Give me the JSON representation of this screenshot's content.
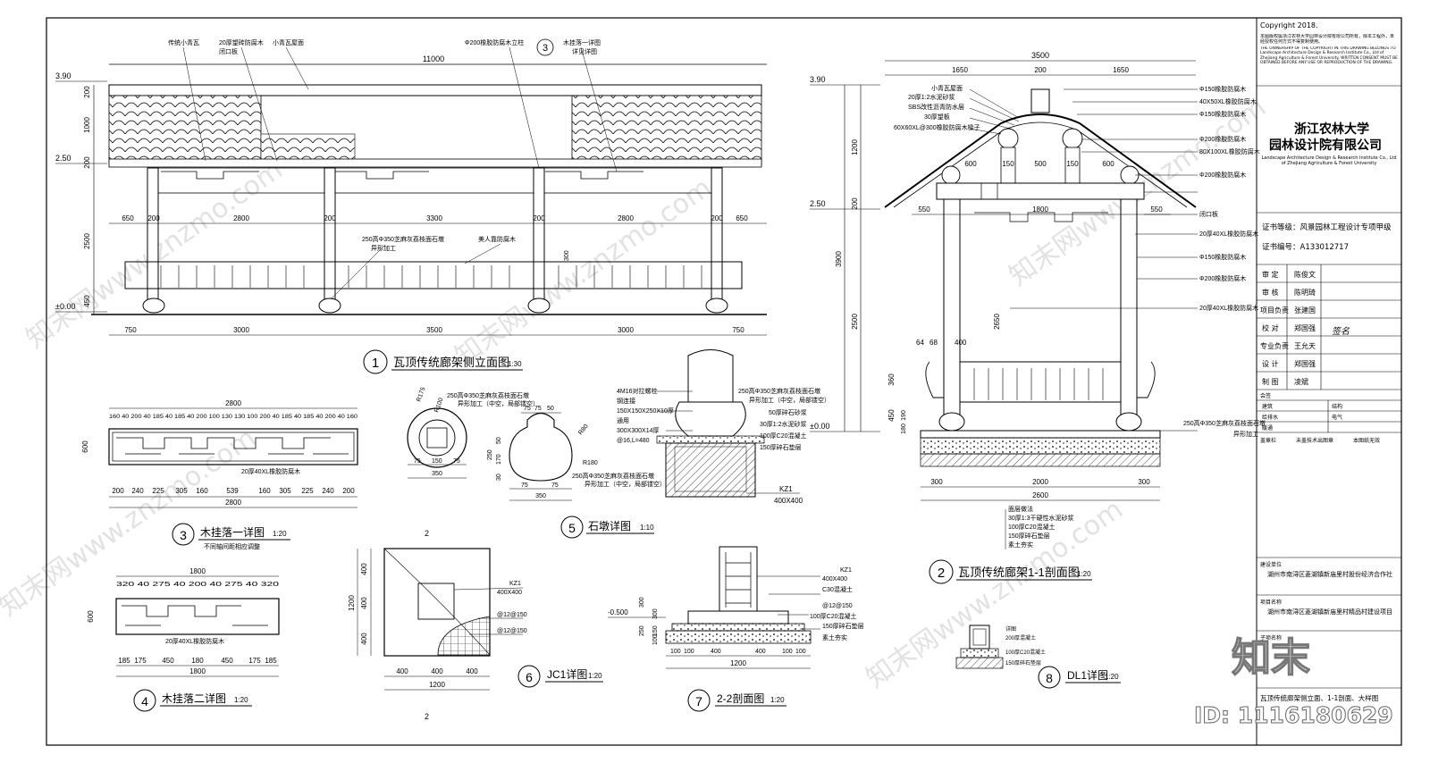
{
  "drawing": {
    "view1": {
      "num": "1",
      "title": "瓦顶传统廊架侧立面图",
      "scale": "1:30"
    },
    "view2": {
      "num": "2",
      "title": "瓦顶传统廊架1-1剖面图",
      "scale": "1:20"
    },
    "view3": {
      "num": "3",
      "title": "木挂落一详图",
      "scale": "1:20",
      "note": "不同轴间距相应调整"
    },
    "view4": {
      "num": "4",
      "title": "木挂落二详图",
      "scale": "1:20"
    },
    "view5": {
      "num": "5",
      "title": "石墩详图",
      "scale": "1:10"
    },
    "view6": {
      "num": "6",
      "title": "JC1详图",
      "scale": "1:20"
    },
    "view7": {
      "num": "7",
      "title": "2-2剖面图",
      "scale": "1:20"
    },
    "view8": {
      "num": "8",
      "title": "DL1详图",
      "scale": "1:20"
    }
  },
  "elev": {
    "top": "11000",
    "levels": [
      "3.90",
      "2.50",
      "±0.00"
    ],
    "vdims": [
      "200",
      "1000",
      "200",
      "2500",
      "450"
    ],
    "mid": [
      "650",
      "200",
      "2800",
      "200",
      "3300",
      "200",
      "2800",
      "200",
      "650"
    ],
    "bottom": [
      "750",
      "3000",
      "3500",
      "3000",
      "750"
    ],
    "labels": [
      "传统小青瓦",
      "20厚望砖防腐木",
      "小青瓦屋面",
      "闭口板",
      "Φ200橡胶防腐木立柱",
      "木挂落一详图",
      "详见详图",
      "250高Φ350芝麻灰荔枝面石墩",
      "异形加工",
      "美人靠防腐木",
      "300"
    ]
  },
  "section": {
    "top": "3500",
    "top_sub": [
      "1650",
      "200",
      "1650"
    ],
    "levels": [
      "3.90",
      "2.50",
      "±0.00"
    ],
    "vdims": [
      "1200",
      "200",
      "3900",
      "2500",
      "2650",
      "450",
      "360",
      "190",
      "180"
    ],
    "inner": [
      "600",
      "150",
      "500",
      "150",
      "600"
    ],
    "inner2": [
      "550",
      "1800",
      "550"
    ],
    "small": [
      "64",
      "68",
      "400"
    ],
    "bottom_sub": [
      "300",
      "2000",
      "300"
    ],
    "bottom": "2600",
    "left_labels": [
      "小青瓦屋面",
      "20厚1:2水泥砂浆",
      "SBS改性沥青防水层",
      "30厚望板",
      "60X60XL@300橡胶防腐木椽子"
    ],
    "right_labels": [
      "Φ150橡胶防腐木",
      "40X50XL橡胶防腐木",
      "Φ150橡胶防腐木",
      "Φ200橡胶防腐木",
      "80X100XL橡胶防腐木",
      "Φ200橡胶防腐木",
      "闭口板",
      "20厚40XL橡胶防腐木",
      "Φ150橡胶防腐木",
      "Φ200橡胶防腐木",
      "20厚40XL橡胶防腐木",
      "250高Φ350芝麻灰荔枝面石墩",
      "异形加工"
    ],
    "layers": [
      "面层做法",
      "30厚1:3干硬性水泥砂浆",
      "100厚C20混凝土",
      "150厚碎石垫层",
      "素土夯实"
    ]
  },
  "hanger1": {
    "overall": "2800",
    "top_dims": "160 40 200 40 185 40 185 40 200 100 130 130 100 200 40 185 40 185 40 200 40 160",
    "bottom_dims": [
      "200",
      "240",
      "225",
      "305",
      "160",
      "539",
      "160",
      "305",
      "225",
      "240",
      "200"
    ],
    "height": "600",
    "label": "20厚40XL橡胶防腐木"
  },
  "hanger2": {
    "overall": "1800",
    "top_dims": "320 40 275 40 200 40 275 40 320",
    "bottom_dims": [
      "185",
      "175",
      "450",
      "180",
      "450",
      "175",
      "185"
    ],
    "height": "600",
    "label": "20厚40XL橡胶防腐木"
  },
  "stone": {
    "r": [
      "R175",
      "R100",
      "R80",
      "R180"
    ],
    "dims_a": [
      "75",
      "150",
      "75",
      "350"
    ],
    "dims_b": [
      "75",
      "75",
      "50",
      "75",
      "75",
      "50",
      "170",
      "250",
      "30",
      "50",
      "350"
    ],
    "labels": [
      "250高Φ350芝麻灰荔枝面石墩",
      "异形加工（中空，局部镂空）"
    ]
  },
  "column_base": {
    "labels": [
      "4M16对拉螺栓",
      "钢连接",
      "150X150X250X10厚",
      "通用",
      "300X300X14厚",
      "@16,L=480",
      "250高Φ350芝麻灰荔枝面石墩",
      "异形加工（中空，局部镂空）",
      "50厚碎石砂浆",
      "30厚1:2水泥砂浆",
      "100厚C20混凝土",
      "150厚碎石垫层"
    ],
    "tag": "KZ1",
    "tag_size": "400X400"
  },
  "jc1": {
    "dims": [
      "400",
      "400",
      "400",
      "1200"
    ],
    "labels": [
      "KZ1",
      "400X400",
      "@12@150",
      "@12@150"
    ],
    "cut": "2"
  },
  "sec22": {
    "level": "-0.500",
    "vdims": [
      "300",
      "300",
      "250",
      "150",
      "100"
    ],
    "hdims": [
      "100",
      "100",
      "400",
      "400",
      "100",
      "100",
      "1200"
    ],
    "labels": [
      "KZ1",
      "400X400",
      "C30混凝土",
      "@12@150",
      "100厚C20混凝土",
      "150厚碎石垫层",
      "素土夯实"
    ]
  },
  "dl1": {
    "labels": [
      "详图",
      "200厚混凝土",
      "100厚C20混凝土",
      "150厚碎石垫层"
    ]
  },
  "titleblock": {
    "copyright": "Copyright 2018.",
    "copyright_cn": "本图版权属浙江农林大学园林设计院有限公司所有，除本工程外，未经授权任何方式不得复制使用。",
    "copyright_en": "THE OWNERSHIP OF THE COPYRIGHT IN THIS DRAWING BELONGS TO Landscape Architecture Design & Research Institute Co., Ltd of Zhejiang Agriculture & Forest University. WRITTEN CONSENT MUST BE OBTAINED BEFORE ANY USE OR REPRODUCTION OF THE DRAWING.",
    "company1": "浙江农林大学",
    "company2": "园林设计院有限公司",
    "company_en": "Landscape Architecture Design & Research Institute Co., Ltd of Zhejiang Agriculture & Forest University",
    "cert_level": "证书等级：风景园林工程设计专项甲级",
    "cert_no": "证书编号：A133012717",
    "roles": [
      {
        "role": "审  定",
        "name": "陈俊文"
      },
      {
        "role": "审  核",
        "name": "陈明琦"
      },
      {
        "role": "项目负责",
        "name": "张建国"
      },
      {
        "role": "校  对",
        "name": "郑国强"
      },
      {
        "role": "专业负责",
        "name": "王允天"
      },
      {
        "role": "设  计",
        "name": "郑国强"
      },
      {
        "role": "制  图",
        "name": "凌斌"
      }
    ],
    "sign_label": "签名",
    "rows_a": [
      "会签",
      "建筑",
      "结构",
      "给排水",
      "电气",
      "暖通"
    ],
    "seal_a": "盖章栏",
    "seal_b": "未盖技术出图章",
    "seal_c": "本图纸无效",
    "client_label": "建设单位",
    "client": "湖州市南浔区菱湖镇新庙里村股份经济合作社",
    "project_label": "项目名称",
    "project": "湖州市南浔区菱湖镇新庙里村精品村建设项目",
    "sub_label": "子项名称",
    "drawing_name": "瓦顶传统廊架侧立面、1-1剖面、大样图"
  },
  "stamp": {
    "brand": "知末",
    "id": "ID: 1116180629"
  },
  "watermark": "知末网www.znzmo.com"
}
